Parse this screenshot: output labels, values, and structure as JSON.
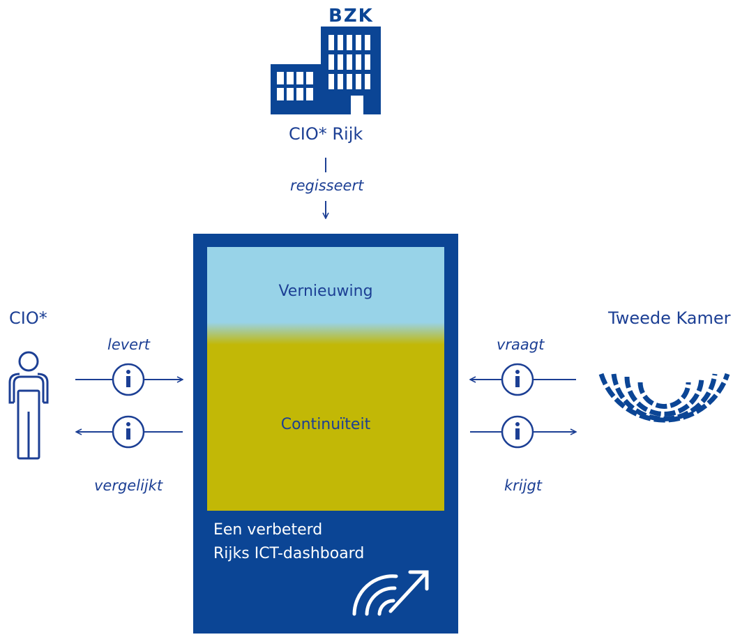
{
  "top": {
    "org_abbrev": "BZK",
    "org_label": "CIO* Rijk",
    "relation": "regisseert",
    "building_icon": "office-building-icon"
  },
  "dashboard": {
    "upper_label": "Vernieuwing",
    "lower_label": "Continuïteit",
    "title_line1": "Een verbeterd",
    "title_line2": "Rijks ICT-dashboard",
    "icon": "gauge-trend-icon",
    "colors": {
      "panel": "#0b4595",
      "upper": "#98d3e8",
      "lower": "#c2b806"
    }
  },
  "left": {
    "actor_label": "CIO*",
    "actor_icon": "person-icon",
    "flow_out": "levert",
    "flow_in": "vergelijkt",
    "info_icon": "info-icon"
  },
  "right": {
    "actor_label": "Tweede Kamer",
    "actor_icon": "parliament-seats-icon",
    "flow_out": "vraagt",
    "flow_in": "krijgt",
    "info_icon": "info-icon"
  },
  "colors": {
    "primary": "#1c3f94"
  }
}
